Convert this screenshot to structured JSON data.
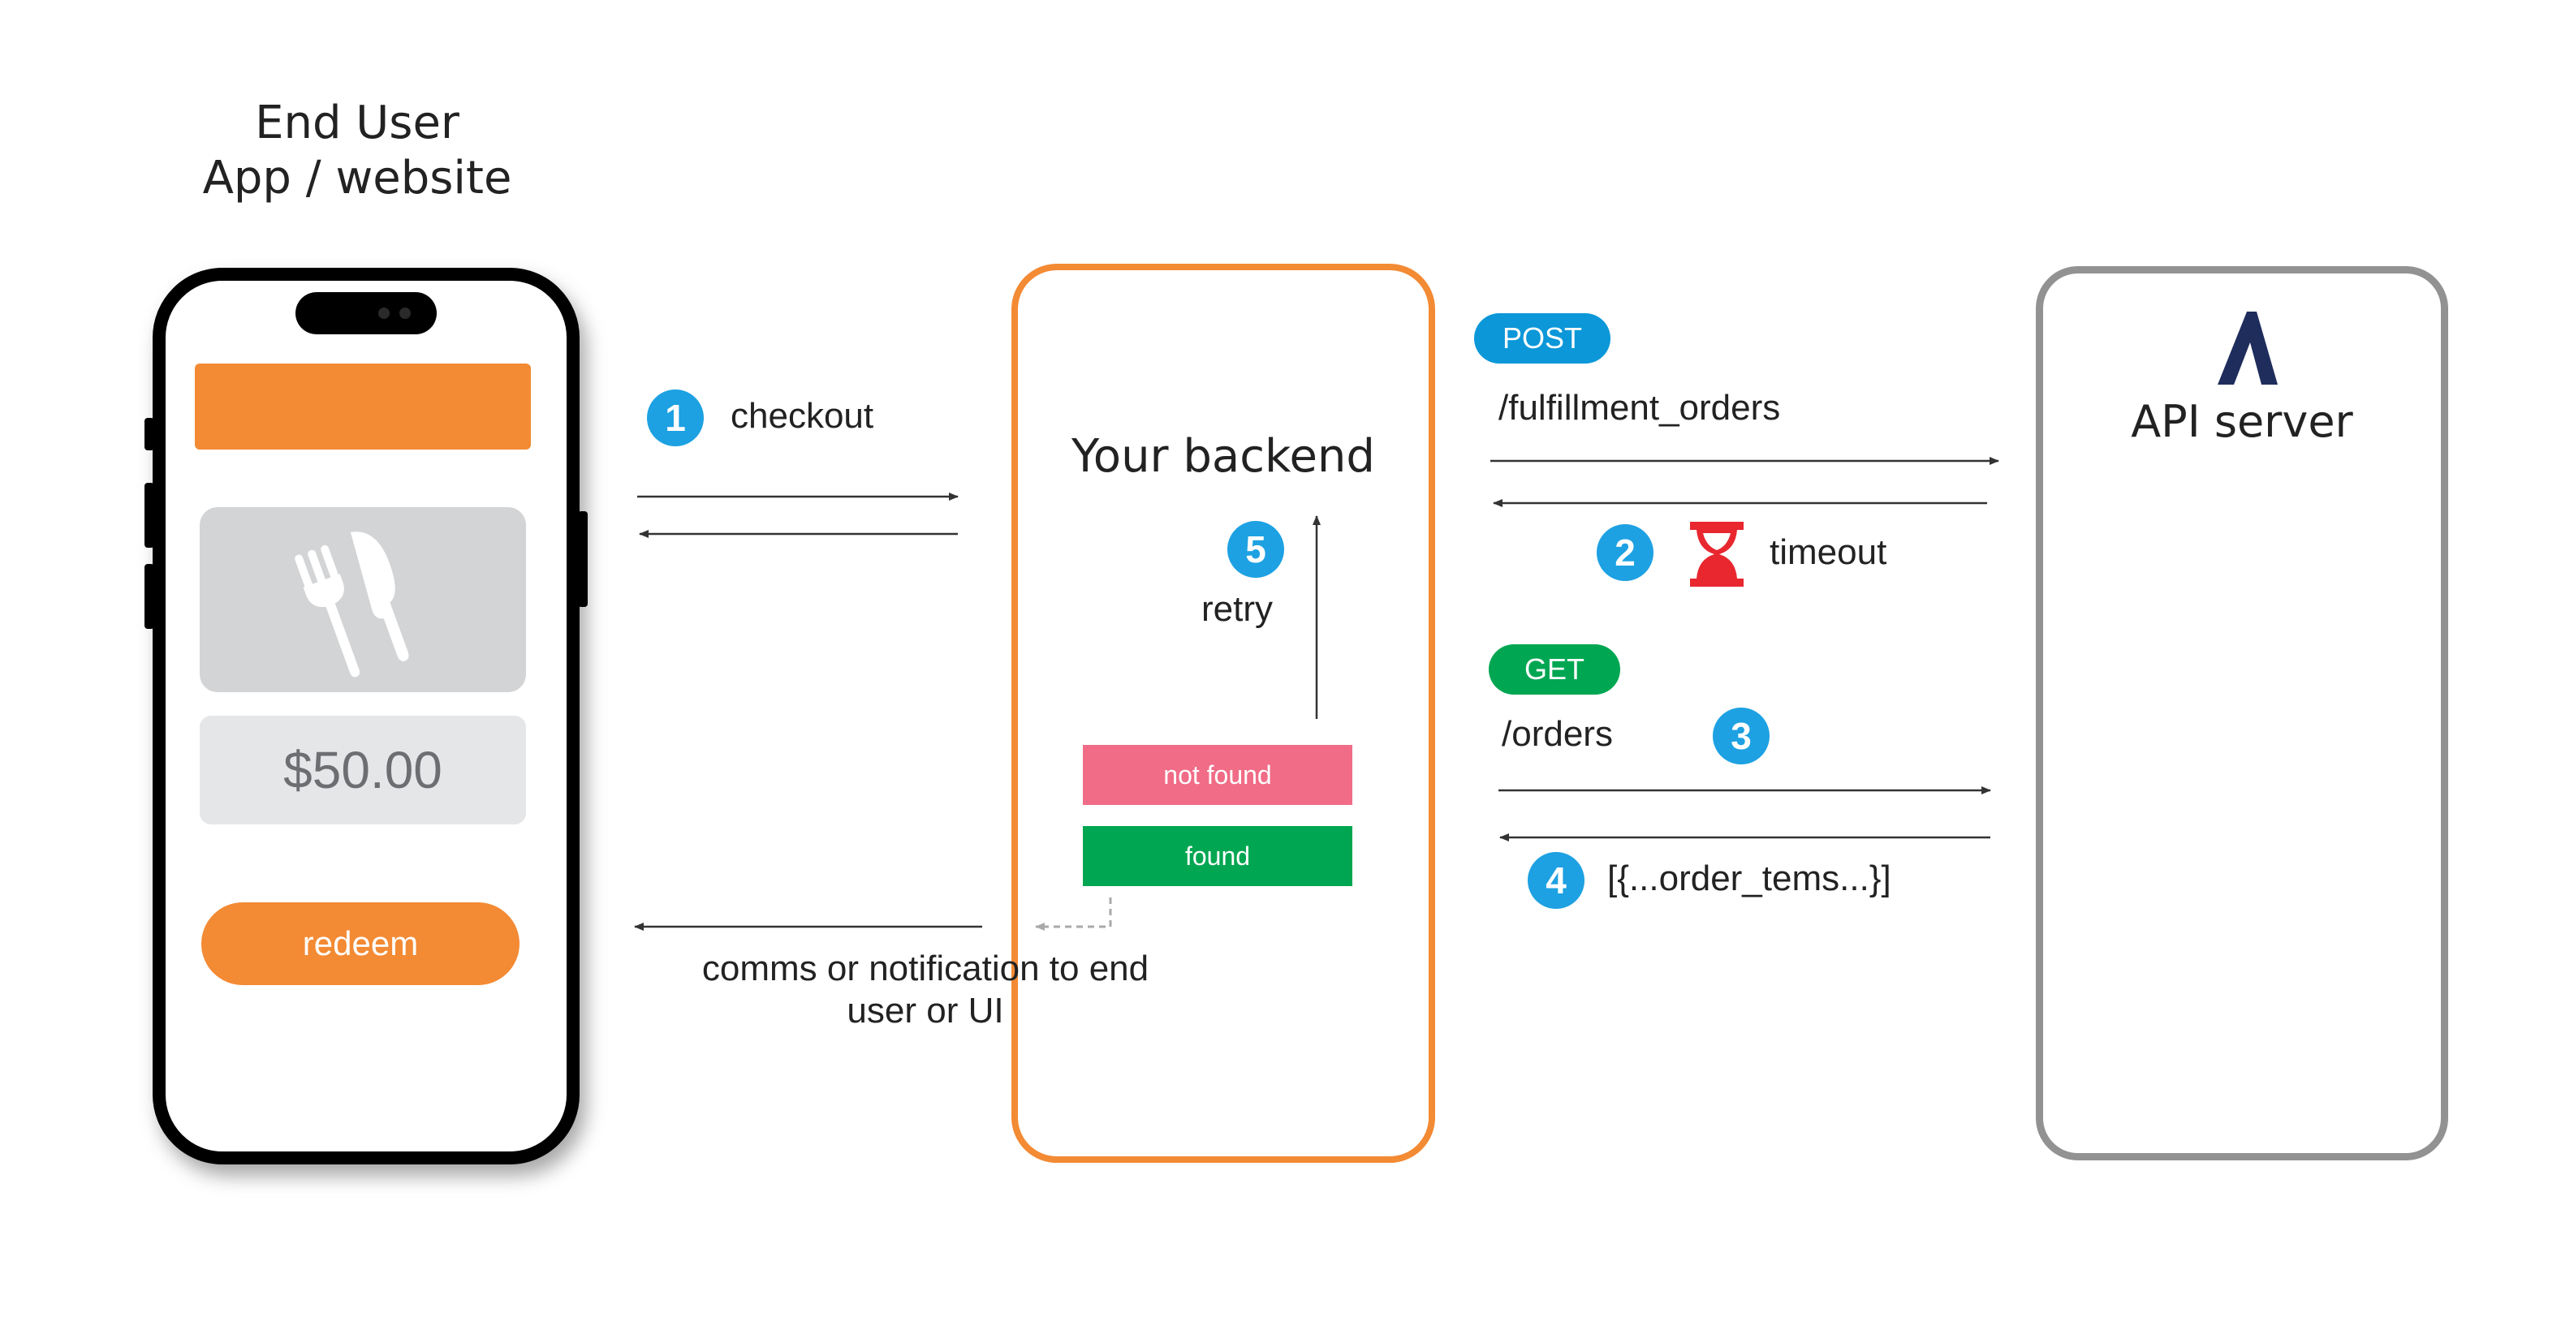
{
  "end_user": {
    "title_line1": "End User",
    "title_line2": "App / website"
  },
  "phone": {
    "price": "$50.00",
    "redeem_label": "redeem"
  },
  "backend": {
    "title": "Your backend",
    "not_found_label": "not found",
    "found_label": "found",
    "not_found_color": "#F06C87",
    "found_color": "#00A651"
  },
  "api_server": {
    "title": "API server",
    "logo_icon": "api-logo-icon"
  },
  "steps": {
    "s1": {
      "number": "1",
      "label": "checkout"
    },
    "s2": {
      "number": "2",
      "label": "timeout"
    },
    "s3": {
      "number": "3"
    },
    "s4": {
      "number": "4",
      "label": "[{...order_tems...}]"
    },
    "s5": {
      "number": "5",
      "label": "retry"
    }
  },
  "requests": {
    "post": {
      "method": "POST",
      "path": "/fulfillment_orders",
      "color": "#0B97D8"
    },
    "get": {
      "method": "GET",
      "path": "/orders",
      "color": "#00A651"
    }
  },
  "comms_label": "comms or notification to end user or UI",
  "colors": {
    "accent_orange": "#F38A34",
    "step_blue": "#1DA1E2",
    "api_border": "#929292",
    "timeout_red": "#E8272F"
  }
}
